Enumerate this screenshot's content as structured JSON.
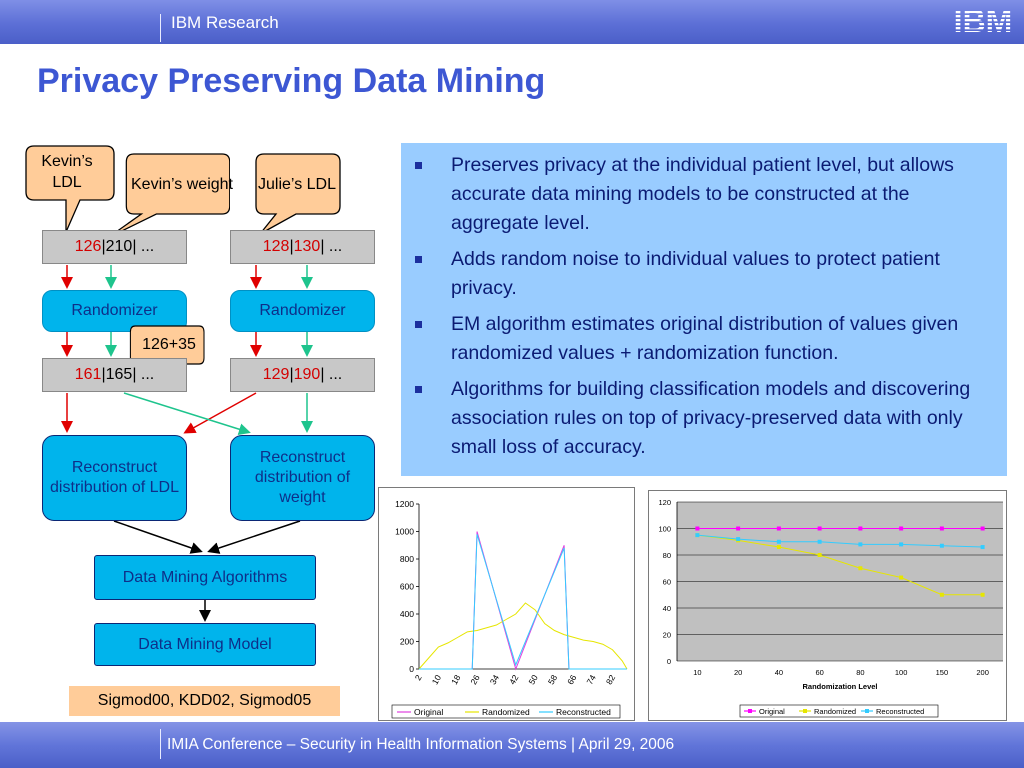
{
  "header": {
    "organization": "IBM Research",
    "logo_text": "IBM"
  },
  "title": "Privacy Preserving Data Mining",
  "diagram": {
    "callouts": {
      "kevin_ldl": "Kevin’s LDL",
      "kevin_weight": "Kevin’s weight",
      "julie_ldl": "Julie’s LDL",
      "noise_example": "126+35"
    },
    "records": {
      "original_1": {
        "first": "126",
        "sep1": " | ",
        "second": "210",
        "rest": " | ..."
      },
      "original_2": {
        "first": "128",
        "sep1": " | ",
        "second": "130",
        "rest": " | ..."
      },
      "randomized_1": {
        "first": "161",
        "sep1": " | ",
        "second": "165",
        "rest": " | ..."
      },
      "randomized_2": {
        "first": "129",
        "sep1": " | ",
        "second": "190",
        "rest": " | ..."
      }
    },
    "randomizer_label": "Randomizer",
    "reconstruct_ldl": "Reconstruct distribution of LDL",
    "reconstruct_weight": "Reconstruct distribution of weight",
    "dm_algorithms": "Data Mining Algorithms",
    "dm_model": "Data Mining Model",
    "references": "Sigmod00, KDD02, Sigmod05",
    "colors": {
      "callout_fill": "#ffcc99",
      "randomizer_fill": "#00b4ec",
      "id_fill": "#c8c8c8",
      "red_arrow": "#e00000",
      "teal_arrow": "#1ec48d"
    }
  },
  "bullets": [
    "Preserves privacy at the individual patient level, but allows accurate data mining models to be constructed at the aggregate level.",
    "Adds random noise to individual values to protect patient privacy.",
    "EM algorithm estimates original distribution of values given randomized values + randomization function.",
    "Algorithms for building classification models and discovering association rules on top of privacy-preserved data with only small loss of accuracy."
  ],
  "chart_data": [
    {
      "type": "line",
      "title": "",
      "xlabel": "",
      "ylabel": "",
      "ylim": [
        0,
        1200
      ],
      "yticks": [
        0,
        200,
        400,
        600,
        800,
        1000,
        1200
      ],
      "x_tick_labels": [
        "2",
        "10",
        "18",
        "26",
        "34",
        "42",
        "50",
        "58",
        "66",
        "74",
        "82"
      ],
      "x_range": [
        2,
        88
      ],
      "grid": false,
      "legend_position": "bottom",
      "series": [
        {
          "name": "Original",
          "color": "#e040e0",
          "x": [
            2,
            24,
            26,
            42,
            62,
            64,
            88
          ],
          "values": [
            0,
            0,
            1000,
            0,
            900,
            0,
            0
          ]
        },
        {
          "name": "Randomized",
          "color": "#e6e600",
          "x": [
            2,
            6,
            10,
            14,
            18,
            22,
            26,
            30,
            34,
            38,
            42,
            46,
            50,
            54,
            58,
            62,
            66,
            70,
            74,
            78,
            82,
            86,
            88
          ],
          "values": [
            0,
            80,
            160,
            190,
            230,
            270,
            280,
            300,
            320,
            360,
            400,
            480,
            430,
            330,
            280,
            250,
            230,
            210,
            200,
            180,
            140,
            60,
            0
          ]
        },
        {
          "name": "Reconstructed",
          "color": "#33ccff",
          "x": [
            2,
            24,
            26,
            42,
            62,
            64,
            88
          ],
          "values": [
            0,
            0,
            980,
            30,
            880,
            0,
            0
          ]
        }
      ]
    },
    {
      "type": "line",
      "title": "",
      "xlabel": "Randomization Level",
      "ylabel": "",
      "ylim": [
        0,
        120
      ],
      "yticks": [
        0,
        20,
        40,
        60,
        80,
        100,
        120
      ],
      "categories": [
        "10",
        "20",
        "40",
        "60",
        "80",
        "100",
        "150",
        "200"
      ],
      "grid": true,
      "legend_position": "bottom",
      "series": [
        {
          "name": "Original",
          "color": "#ff00ff",
          "values": [
            100,
            100,
            100,
            100,
            100,
            100,
            100,
            100
          ]
        },
        {
          "name": "Randomized",
          "color": "#e6e600",
          "values": [
            95,
            91,
            86,
            80,
            70,
            63,
            50,
            50
          ]
        },
        {
          "name": "Reconstructed",
          "color": "#33ccff",
          "values": [
            95,
            92,
            90,
            90,
            88,
            88,
            87,
            86
          ]
        }
      ]
    }
  ],
  "footer": {
    "text": "IMIA Conference – Security in Health Information Systems | April 29, 2006"
  }
}
